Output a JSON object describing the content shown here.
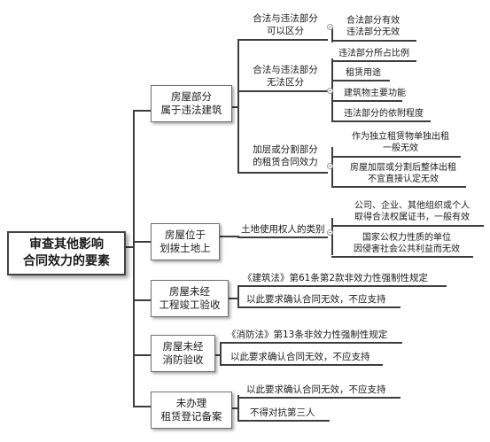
{
  "root": {
    "line1": "审查其他影响",
    "line2": "合同效力的要素"
  },
  "branches": [
    {
      "label": [
        "房屋部分",
        "属于违法建筑"
      ],
      "children": [
        {
          "label": [
            "合法与违法部分",
            "可以区分"
          ],
          "children": [
            [
              "合法部分有效",
              "违法部分无效"
            ]
          ]
        },
        {
          "label": [
            "合法与违法部分",
            "无法区分"
          ],
          "children": [
            [
              "违法部分所占比例"
            ],
            [
              "租赁用途"
            ],
            [
              "建筑物主要功能"
            ],
            [
              "违法部分的依附程度"
            ]
          ]
        },
        {
          "label": [
            "加层或分割部分",
            "的租赁合同效力"
          ],
          "children": [
            [
              "作为独立租赁物单独出租",
              "一般无效"
            ],
            [
              "房屋加层或分割后整体出租",
              "不宜直接认定无效"
            ]
          ]
        }
      ]
    },
    {
      "label": [
        "房屋位于",
        "划拨土地上"
      ],
      "children": [
        {
          "label": [
            "土地使用权人的类别"
          ],
          "children": [
            [
              "公司、企业、其他组织或个人",
              "取得合法权属证书，一般有效"
            ],
            [
              "国家公权力性质的单位",
              "因侵害社会公共利益而无效"
            ]
          ]
        }
      ]
    },
    {
      "label": [
        "房屋未经",
        "工程竣工验收"
      ],
      "children": [
        {
          "label": [
            "《建筑法》第61条第2款非效力性强制性规定"
          ],
          "children": []
        },
        {
          "label": [
            "以此要求确认合同无效，不应支持"
          ],
          "children": []
        }
      ]
    },
    {
      "label": [
        "房屋未经",
        "消防验收"
      ],
      "children": [
        {
          "label": [
            "《消防法》第13条非效力性强制性规定"
          ],
          "children": []
        },
        {
          "label": [
            "以此要求确认合同无效，不应支持"
          ],
          "children": []
        }
      ]
    },
    {
      "label": [
        "未办理",
        "租赁登记备案"
      ],
      "children": [
        {
          "label": [
            "以此要求确认合同无效，不应支持"
          ],
          "children": []
        },
        {
          "label": [
            "不得对抗第三人"
          ],
          "children": []
        }
      ]
    }
  ]
}
